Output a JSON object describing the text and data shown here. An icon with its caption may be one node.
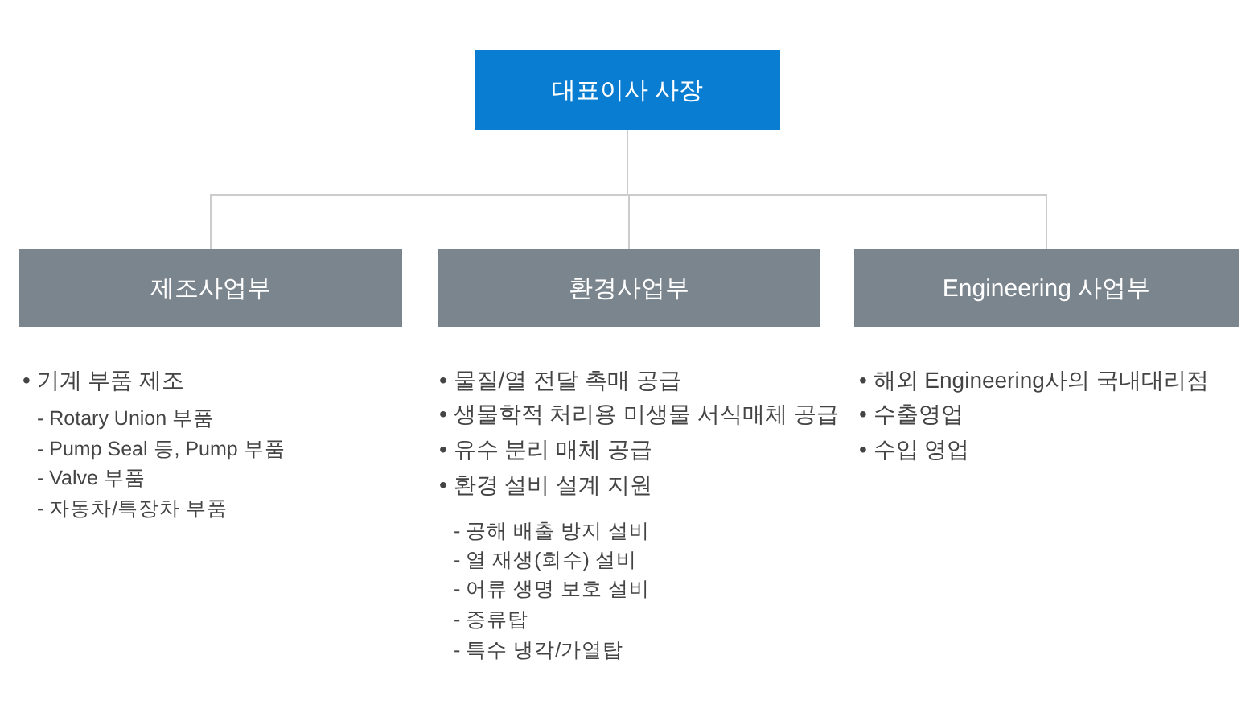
{
  "diagram": {
    "nodes": [
      {
        "text": [
          "대표이사 사장"
        ]
      },
      {
        "text": [
          "제조사업부"
        ],
        "beside": [
          "• 기계 부품 제조",
          "- Rotary Union 부품",
          "- Pump Seal 등, Pump 부품",
          "- Valve 부품",
          "- 자동차/특장차 부품"
        ]
      },
      {
        "text": [
          "환경사업부"
        ],
        "beside": [
          "• 물질/열 전달 촉매 공급",
          "• 생물학적 처리용 미생물 서식매체 공급",
          "• 유수 분리 매체 공급",
          "• 환경 설비 설계 지원",
          "- 공해 배출 방지 설비",
          "- 열 재생(회수) 설비",
          "- 어류 생명 보호 설비",
          "- 증류탑",
          "- 특수 냉각/가열탑"
        ]
      },
      {
        "text": [
          "Engineering 사업부"
        ],
        "beside": [
          "• 해외 Engineering사의 국내대리점",
          "• 수출영업",
          "• 수입 영업"
        ]
      }
    ],
    "edges": [
      {
        "from": 0,
        "to": 1,
        "arrow": "none"
      },
      {
        "from": 0,
        "to": 2,
        "arrow": "none"
      },
      {
        "from": 0,
        "to": 3,
        "arrow": "none"
      }
    ]
  }
}
